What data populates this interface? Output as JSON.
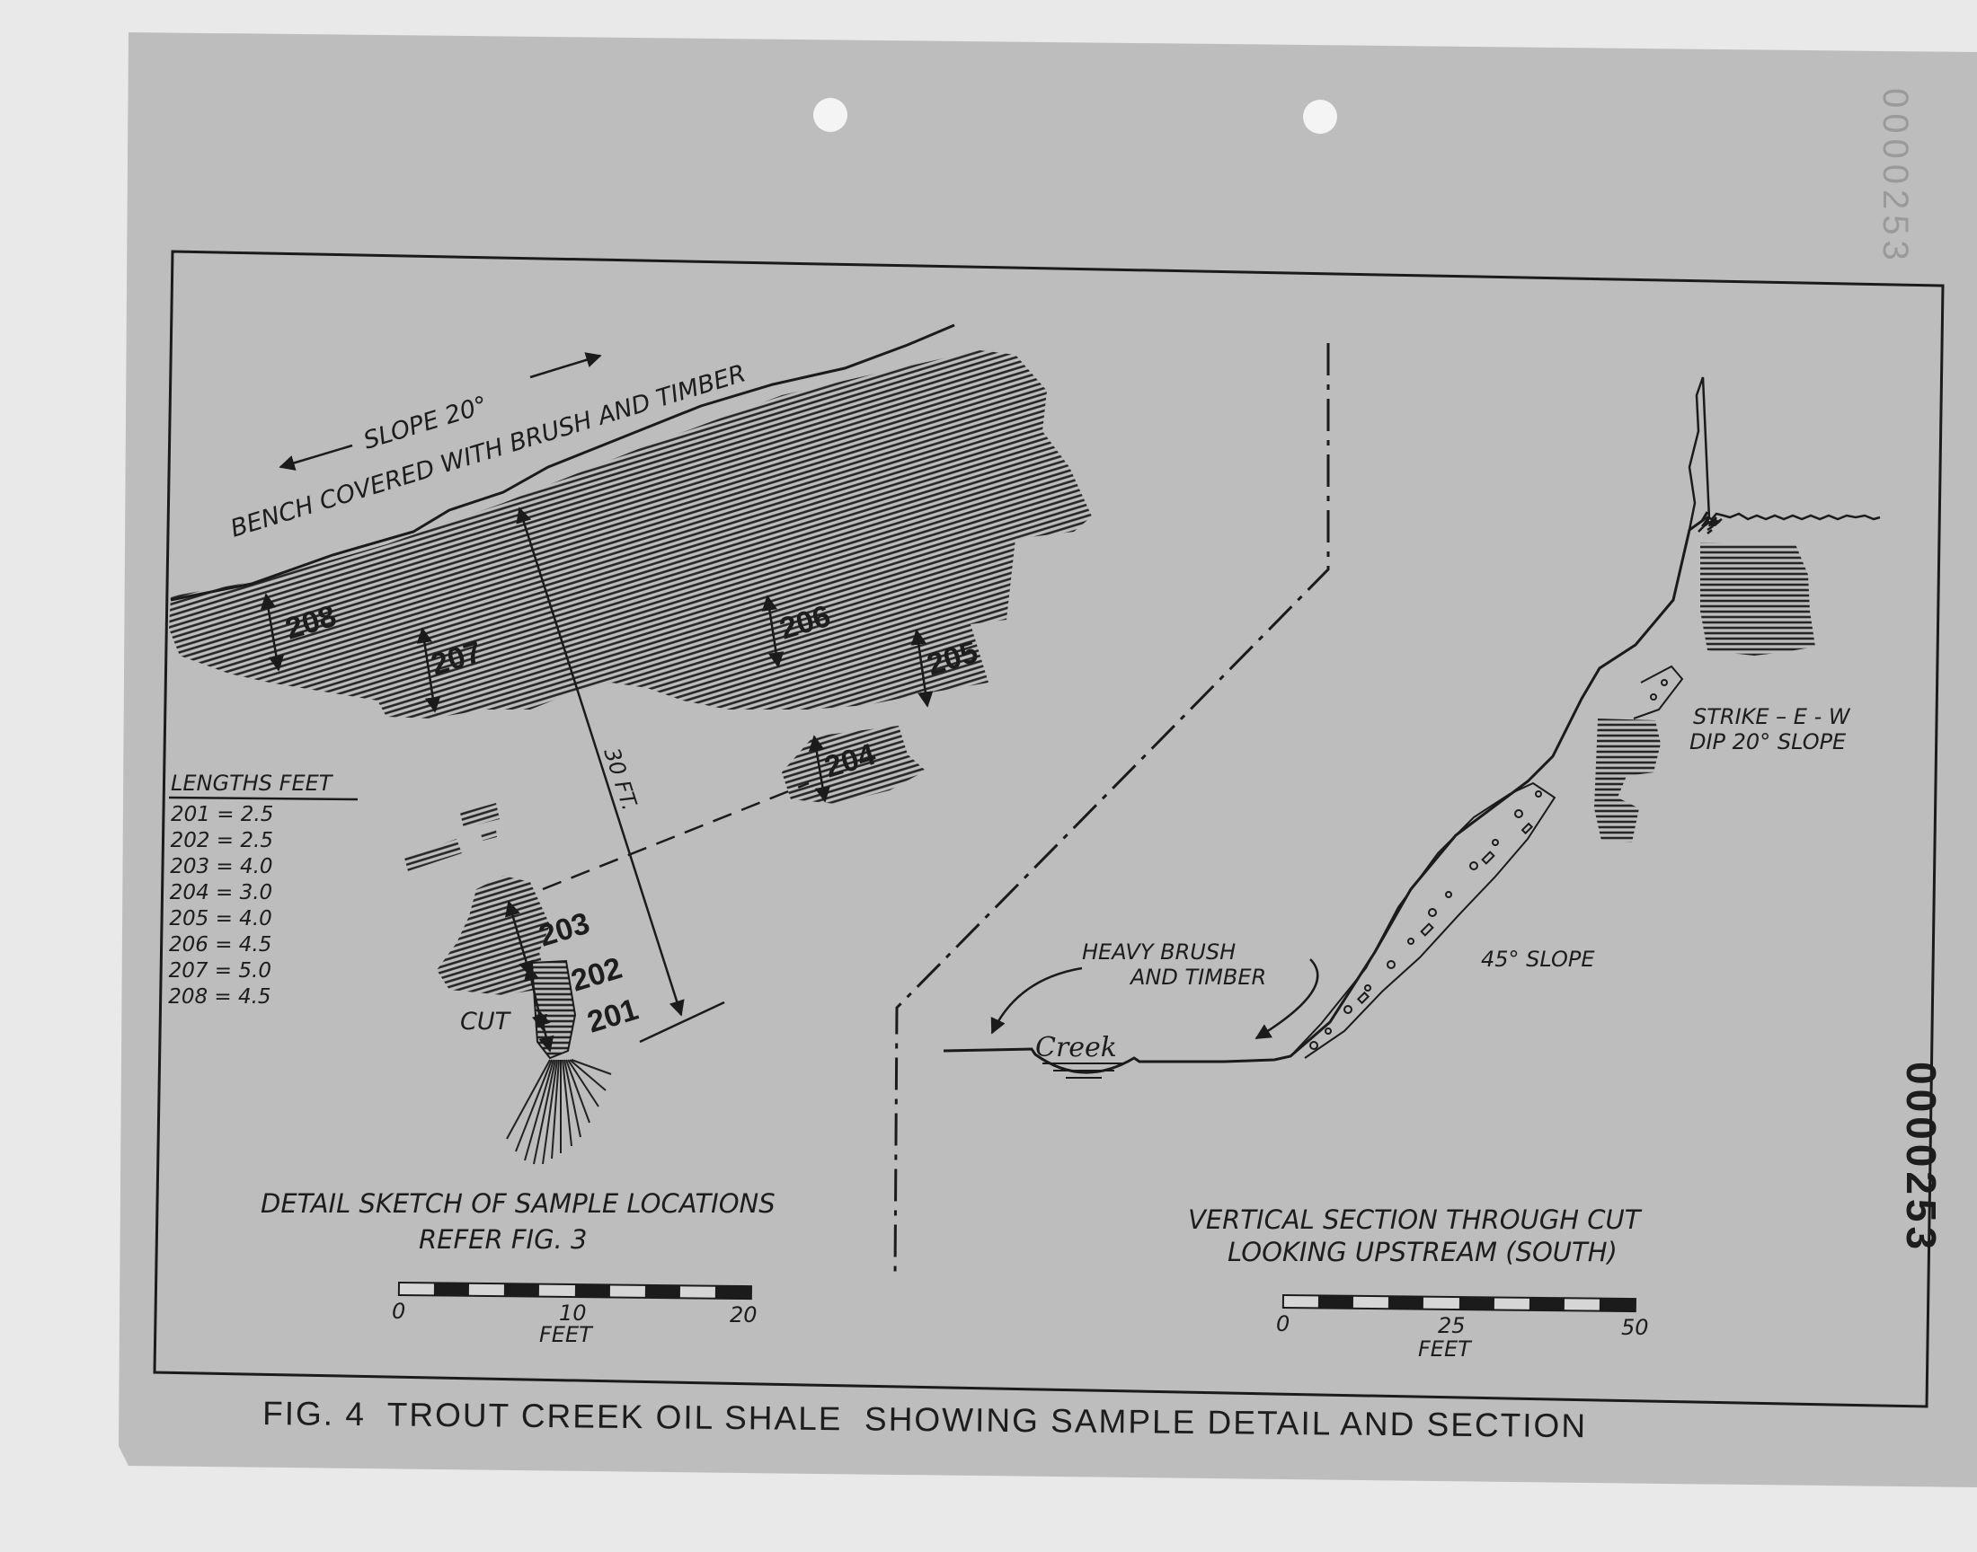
{
  "figure": {
    "caption": "FIG. 4  TROUT CREEK OIL SHALE  SHOWING SAMPLE DETAIL AND SECTION",
    "doc_number_vertical": "0000253",
    "doc_number_faint": "0000253"
  },
  "detail_sketch": {
    "slope_label": "SLOPE 20°",
    "bench_label": "BENCH  COVERED WITH BRUSH AND TIMBER",
    "thickness_label": "30 FT.",
    "cut_label": "CUT",
    "samples": [
      "201",
      "202",
      "203",
      "204",
      "205",
      "206",
      "207",
      "208"
    ],
    "lengths_title": "LENGTHS FEET",
    "lengths": [
      {
        "sample": "201",
        "value": "2.5"
      },
      {
        "sample": "202",
        "value": "2.5"
      },
      {
        "sample": "203",
        "value": "4.0"
      },
      {
        "sample": "204",
        "value": "3.0"
      },
      {
        "sample": "205",
        "value": "4.0"
      },
      {
        "sample": "206",
        "value": "4.5"
      },
      {
        "sample": "207",
        "value": "5.0"
      },
      {
        "sample": "208",
        "value": "4.5"
      }
    ],
    "title_line1": "DETAIL SKETCH OF SAMPLE LOCATIONS",
    "title_line2": "REFER FIG. 3",
    "scale": {
      "ticks": [
        "0",
        "10",
        "20"
      ],
      "unit": "FEET"
    }
  },
  "section": {
    "brush_label_line1": "HEAVY BRUSH",
    "brush_label_line2": "AND TIMBER",
    "creek_label": "Creek",
    "slope_label": "45° SLOPE",
    "strike_label": "STRIKE – E - W",
    "dip_label": "DIP 20° SLOPE",
    "title_line1": "VERTICAL SECTION THROUGH CUT",
    "title_line2": "LOOKING UPSTREAM (SOUTH)",
    "scale": {
      "ticks": [
        "0",
        "25",
        "50"
      ],
      "unit": "FEET"
    }
  },
  "colors": {
    "paper": "#bdbdbd",
    "ink": "#1b1b1b",
    "hatch": "#262626",
    "background": "#e9e9e9"
  }
}
